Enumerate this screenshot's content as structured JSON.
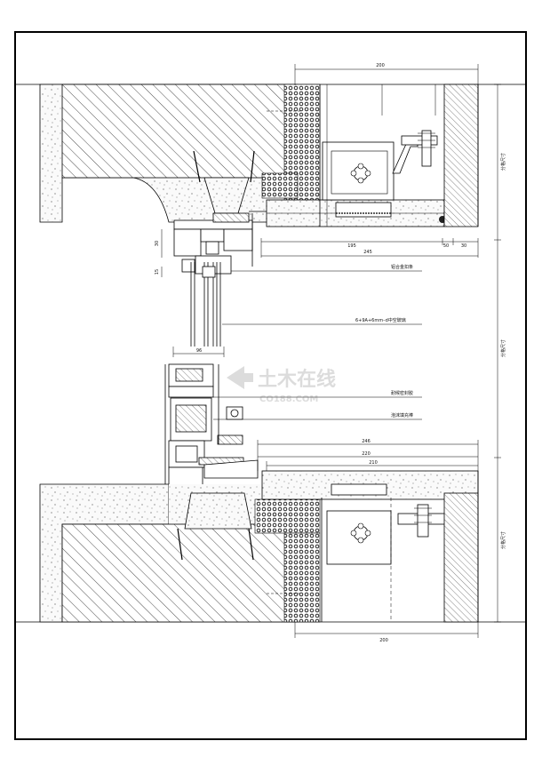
{
  "dimensions": {
    "top_width": "200",
    "top_195": "195",
    "top_50": "50",
    "top_30": "30",
    "top_245": "245",
    "frame_30": "30",
    "frame_15": "15",
    "frame_96": "96",
    "mid_246": "246",
    "mid_220": "220",
    "mid_210": "210",
    "bottom_width": "200",
    "right_upper": "分格尺寸",
    "right_middle": "分格尺寸",
    "right_lower": "分格尺寸"
  },
  "notes": {
    "aluminum_trim": "铝合金扣条",
    "glass_spec": "6+9A+6mm–d中空玻璃",
    "sealant": "耐候密封胶",
    "foam_rod": "泡沫填充棒"
  },
  "watermark": {
    "main": "土木在线",
    "sub": "CO188.COM"
  }
}
